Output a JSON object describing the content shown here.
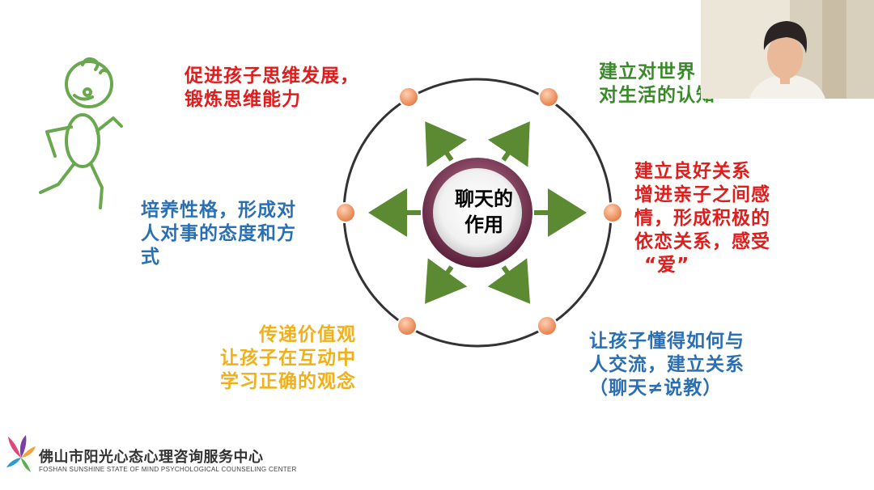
{
  "center": {
    "line1": "聊天的",
    "line2": "作用"
  },
  "items": {
    "top_left": {
      "lines": [
        "促进孩子思维发展，",
        "锻炼思维能力"
      ],
      "color": "#e01d1d"
    },
    "top_right": {
      "lines": [
        "建立对世界",
        "对生活的认知"
      ],
      "color": "#3a8a2a"
    },
    "right": {
      "lines": [
        "建立良好关系",
        "增进亲子之间感",
        "情，形成积极的",
        "依恋关系，感受",
        "“爱”"
      ],
      "color": "#e01d1d"
    },
    "left": {
      "lines": [
        "培养性格，形成对",
        "人对事的态度和方",
        "式"
      ],
      "color": "#2b6fb3"
    },
    "bottom_left": {
      "lines": [
        "传递价值观",
        "让孩子在互动中",
        "学习正确的观念"
      ],
      "color": "#f0b01a"
    },
    "bottom_right": {
      "lines": [
        "让孩子懂得如何与",
        "人交流，建立关系",
        "（聊天≠说教）"
      ],
      "color": "#2b6fb3"
    }
  },
  "footer": {
    "org_name": "佛山市阳光心态心理咨询服务中心",
    "org_name_en": "FOSHAN SUNSHINE STATE OF MIND PSYCHOLOGICAL COUNSELING CENTER"
  },
  "colors": {
    "arrow": "#5b8a32",
    "circle": "#333333",
    "node": "#f29a6a",
    "ring": "#8a3a5a",
    "stick_figure": "#6aa84f"
  }
}
